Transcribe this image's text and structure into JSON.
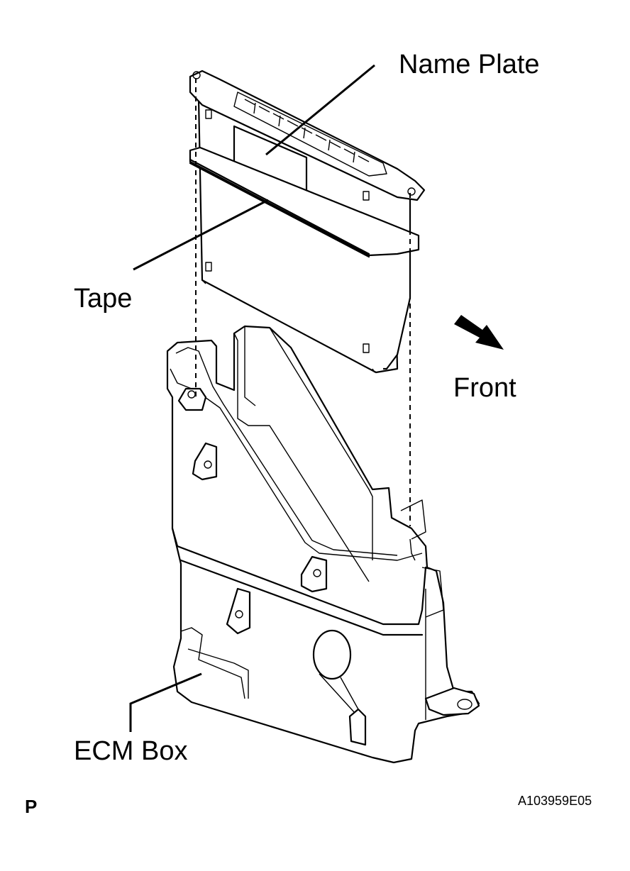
{
  "labels": {
    "name_plate": "Name Plate",
    "tape": "Tape",
    "front": "Front",
    "ecm_box": "ECM Box",
    "corner_letter": "P",
    "figure_code": "A103959E05"
  },
  "icons": {
    "front_direction": "arrow-icon"
  }
}
